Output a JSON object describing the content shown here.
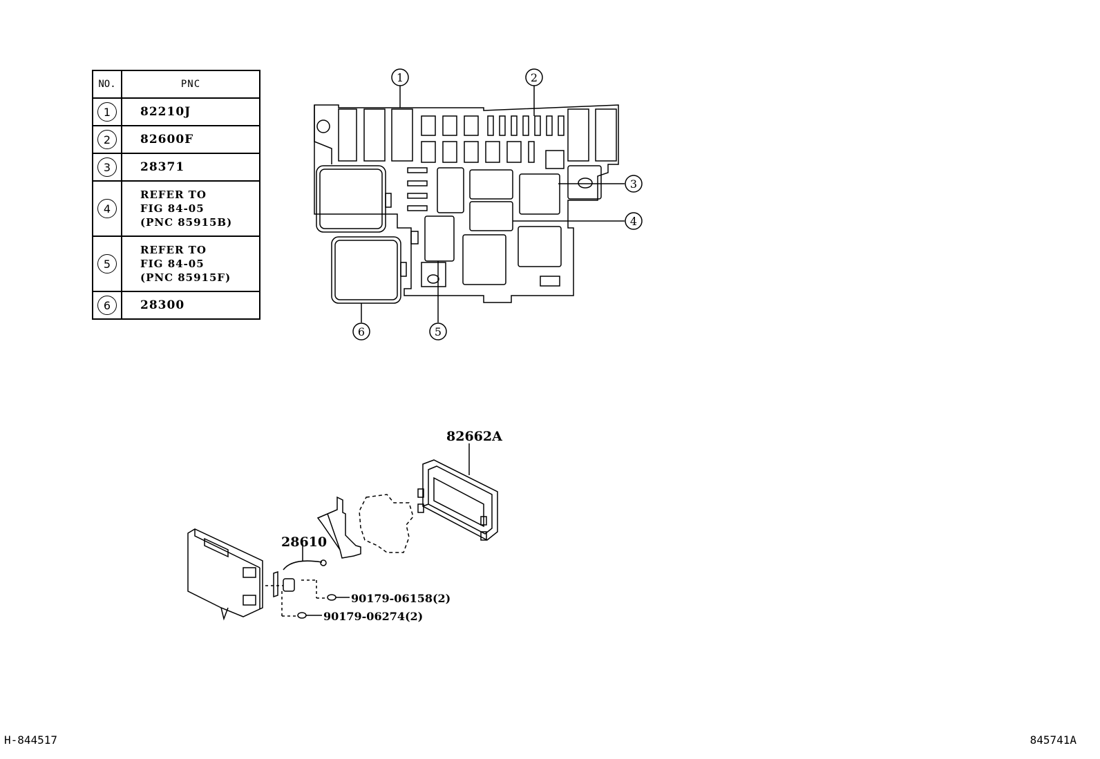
{
  "table": {
    "header": {
      "no": "NO.",
      "pnc": "PNC"
    },
    "rows": [
      {
        "no": "1",
        "pnc": [
          "82210J"
        ]
      },
      {
        "no": "2",
        "pnc": [
          "82600F"
        ]
      },
      {
        "no": "3",
        "pnc": [
          "28371"
        ]
      },
      {
        "no": "4",
        "pnc": [
          "REFER TO",
          "FIG 84-05",
          "(PNC 85915B)"
        ]
      },
      {
        "no": "5",
        "pnc": [
          "REFER TO",
          "FIG 84-05",
          "(PNC 85915F)"
        ]
      },
      {
        "no": "6",
        "pnc": [
          "28300"
        ]
      }
    ]
  },
  "fuse_block": {
    "callouts": [
      "1",
      "2",
      "3",
      "4",
      "5",
      "6"
    ]
  },
  "exploded_view": {
    "cover_part": "82662A",
    "fusible_link_part": "28610",
    "screw_a": "90179-06158(2)",
    "screw_b": "90179-06274(2)"
  },
  "footer": {
    "left_code": "H-844517",
    "right_code": "845741A"
  }
}
